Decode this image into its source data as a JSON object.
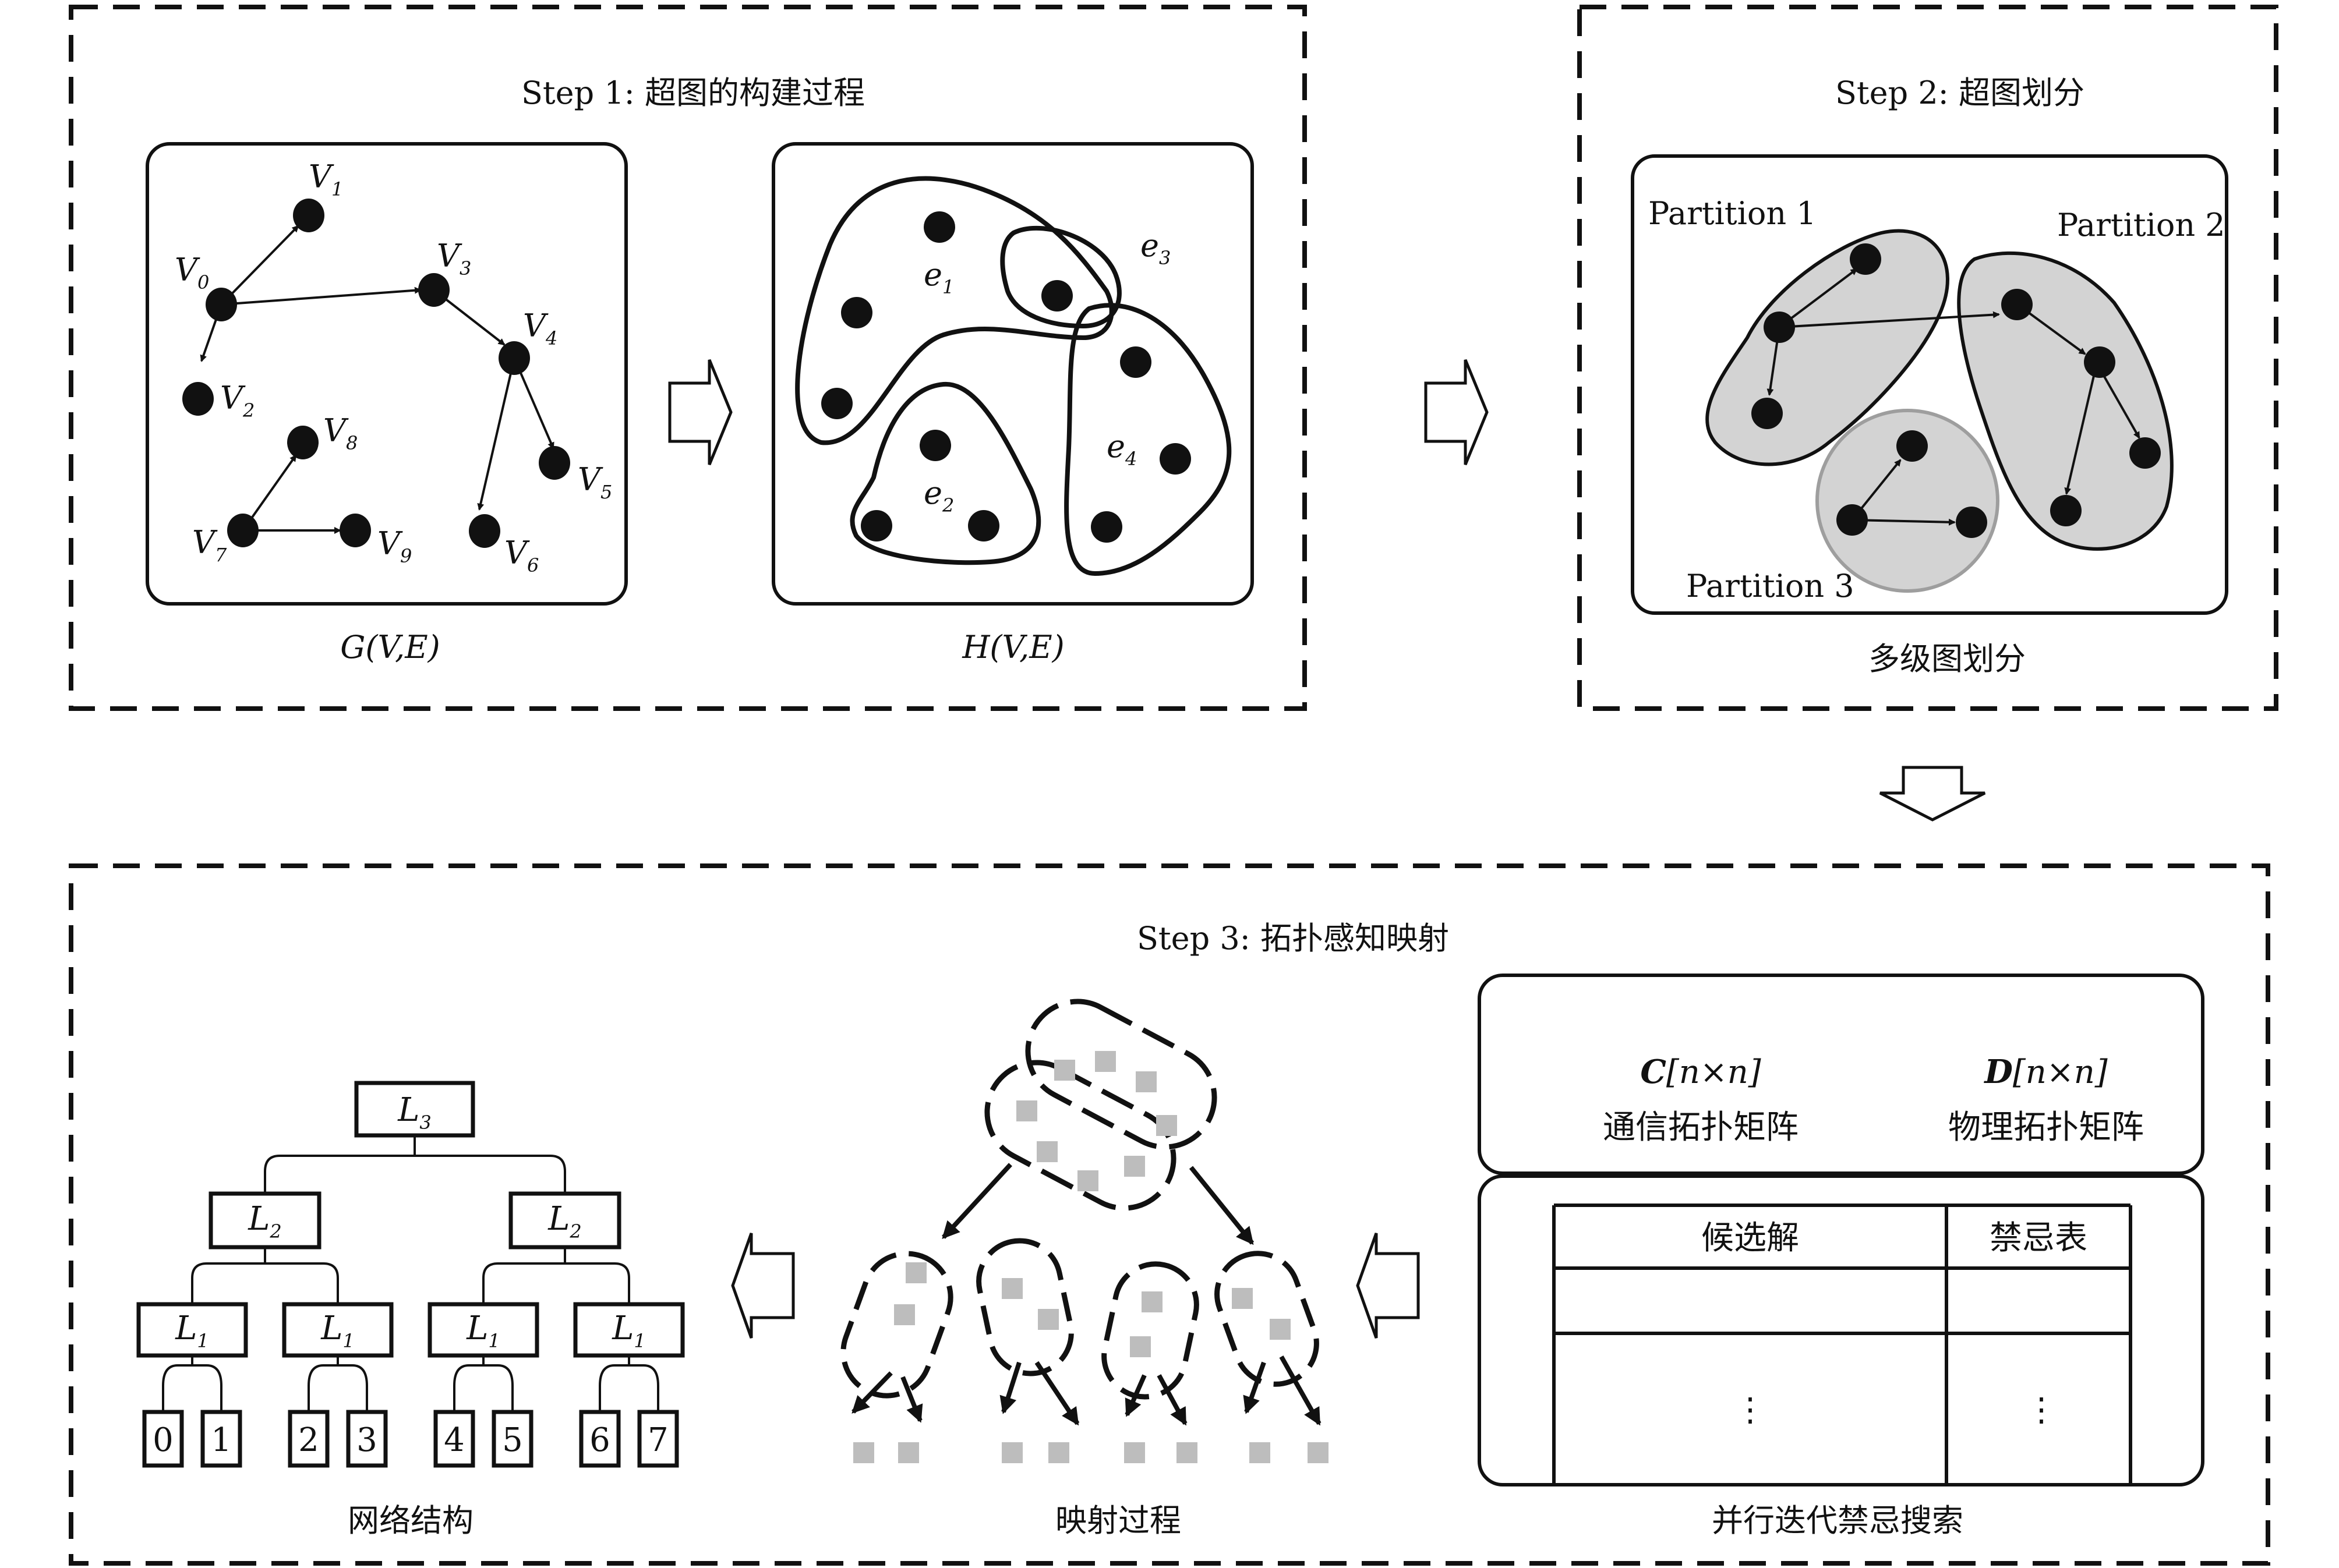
{
  "step1": {
    "title": "Step 1: 超图的构建过程",
    "graph_caption": "G(V,E)",
    "hypergraph_caption": "H(V,E)",
    "vertices": [
      {
        "name": "V",
        "sub": "0"
      },
      {
        "name": "V",
        "sub": "1"
      },
      {
        "name": "V",
        "sub": "2"
      },
      {
        "name": "V",
        "sub": "3"
      },
      {
        "name": "V",
        "sub": "4"
      },
      {
        "name": "V",
        "sub": "5"
      },
      {
        "name": "V",
        "sub": "6"
      },
      {
        "name": "V",
        "sub": "7"
      },
      {
        "name": "V",
        "sub": "8"
      },
      {
        "name": "V",
        "sub": "9"
      }
    ],
    "hyperedges": [
      {
        "name": "e",
        "sub": "1"
      },
      {
        "name": "e",
        "sub": "2"
      },
      {
        "name": "e",
        "sub": "3"
      },
      {
        "name": "e",
        "sub": "4"
      }
    ]
  },
  "step2": {
    "title": "Step 2: 超图划分",
    "caption": "多级图划分",
    "partitions": [
      "Partition 1",
      "Partition 2",
      "Partition 3"
    ]
  },
  "step3": {
    "title": "Step 3: 拓扑感知映射",
    "network_caption": "网络结构",
    "mapping_caption": "映射过程",
    "search_caption": "并行迭代禁忌搜索",
    "matrix_c": {
      "symbol": "C",
      "dims": "[n×n]",
      "label": "通信拓扑矩阵"
    },
    "matrix_d": {
      "symbol": "D",
      "dims": "[n×n]",
      "label": "物理拓扑矩阵"
    },
    "table_headers": [
      "候选解",
      "禁忌表"
    ],
    "ellipsis": "⋮",
    "tree_levels": {
      "l3": {
        "name": "L",
        "sub": "3"
      },
      "l2": {
        "name": "L",
        "sub": "2"
      },
      "l1": {
        "name": "L",
        "sub": "1"
      }
    },
    "leaves": [
      "0",
      "1",
      "2",
      "3",
      "4",
      "5",
      "6",
      "7"
    ]
  }
}
